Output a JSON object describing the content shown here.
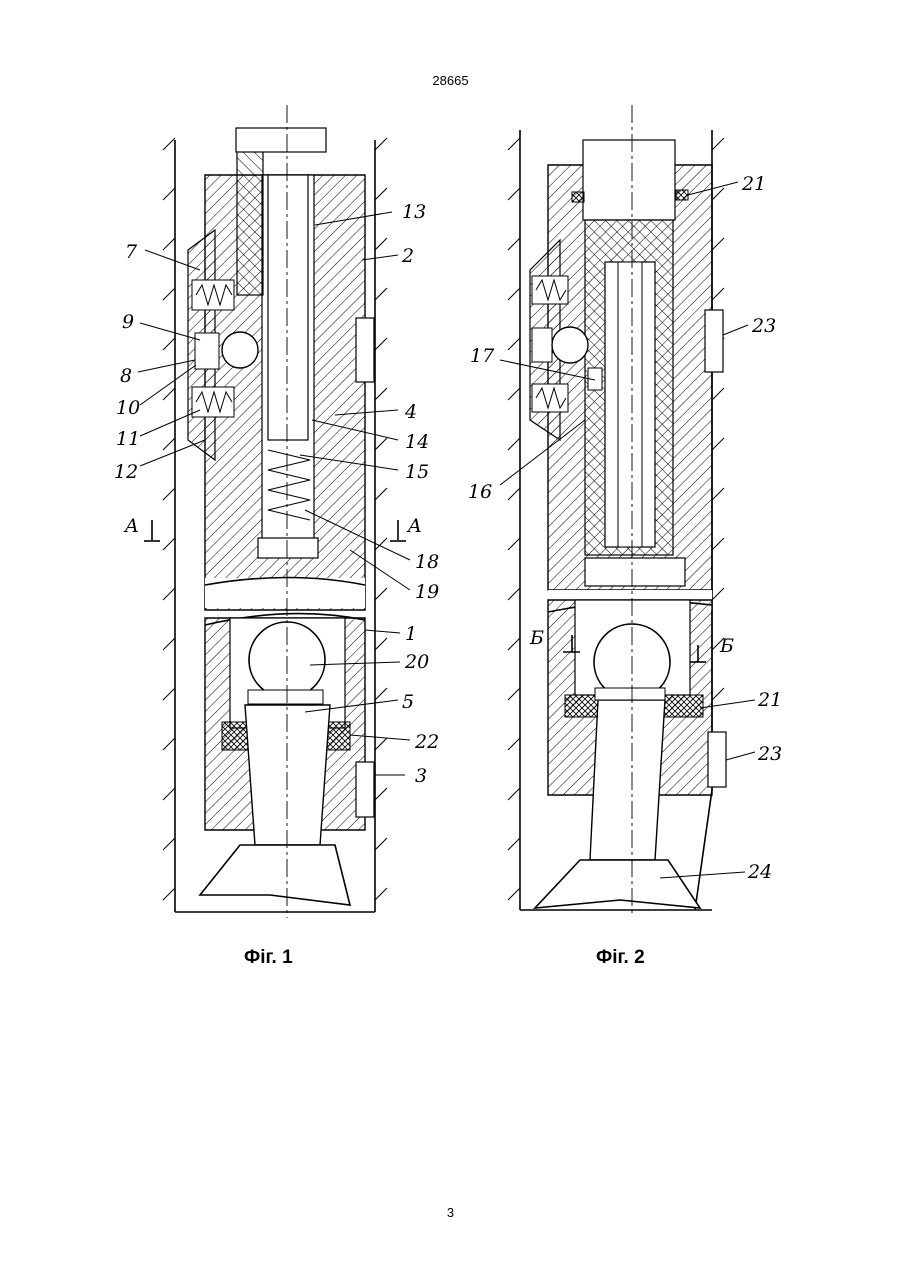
{
  "header": {
    "doc_number": "28665"
  },
  "footer": {
    "page_number": "3"
  },
  "figures": [
    {
      "caption": "Фіг. 1",
      "labels": [
        "7",
        "9",
        "8",
        "10",
        "11",
        "12",
        "13",
        "2",
        "4",
        "14",
        "15",
        "18",
        "19",
        "A",
        "A",
        "1",
        "20",
        "5",
        "22",
        "3"
      ]
    },
    {
      "caption": "Фіг. 2",
      "labels": [
        "21",
        "23",
        "17",
        "16",
        "Б",
        "Б",
        "21",
        "23",
        "24"
      ]
    }
  ],
  "colors": {
    "ink": "#000000",
    "paper": "#ffffff"
  }
}
